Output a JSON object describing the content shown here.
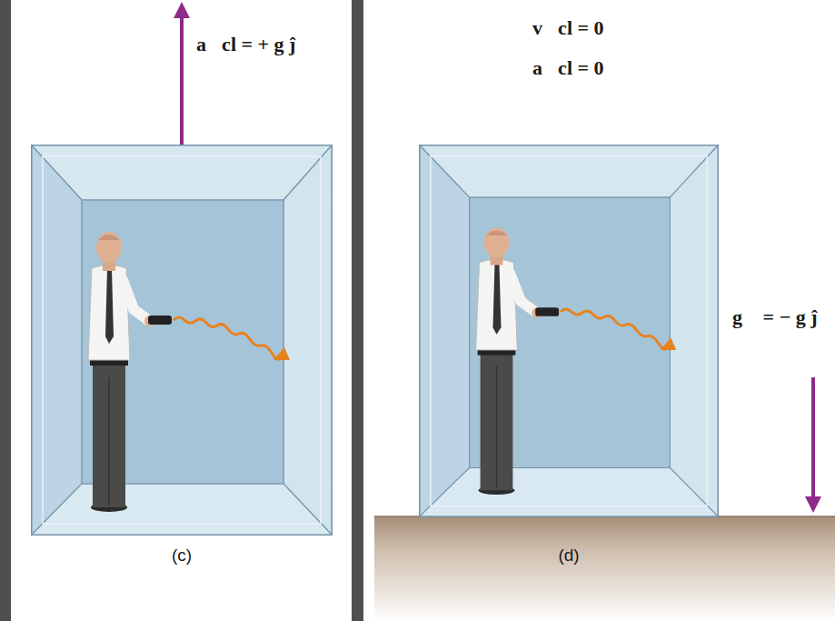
{
  "diagram": {
    "labels": [
      "a⃗cl = + g ĵ",
      "(c)",
      "v⃗cl = 0",
      "a⃗cl = 0",
      "g⃗ = − g ĵ",
      "(d)"
    ]
  }
}
